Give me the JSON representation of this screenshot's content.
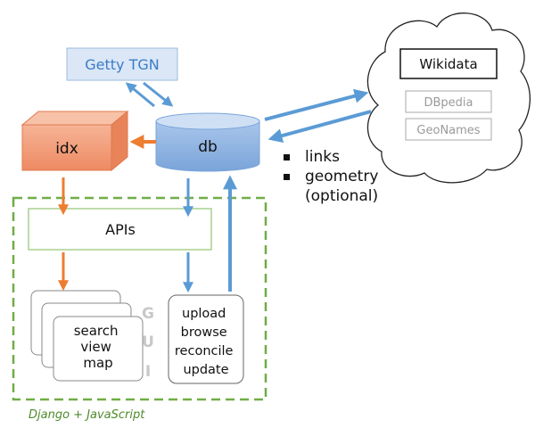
{
  "nodes": {
    "getty": "Getty TGN",
    "wikidata": "Wikidata",
    "dbpedia": "DBpedia",
    "geonames": "GeoNames",
    "idx": "idx",
    "db": "db",
    "apis": "APIs",
    "gui_letters": [
      "G",
      "U",
      "I"
    ],
    "search_lines": [
      "search",
      "view",
      "map"
    ],
    "upload_lines": [
      "upload",
      "browse",
      "reconcile",
      "update"
    ]
  },
  "bullets": {
    "items": [
      "links",
      "geometry"
    ],
    "sub": "(optional)"
  },
  "container_label": "Django + JavaScript",
  "colors": {
    "blue_arrow": "#5b9bd5",
    "orange_arrow": "#ed7d31",
    "green_dash": "#70ad47",
    "getty_fill": "#dbe7f6",
    "idx_fill": "#f4a582",
    "db_fill": "#8fb4e3"
  }
}
